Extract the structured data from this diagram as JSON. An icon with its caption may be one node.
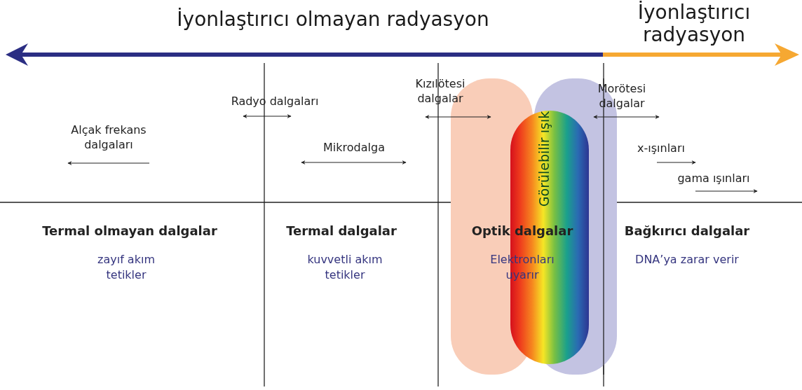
{
  "diagram": {
    "nodes": [
      {
        "text": [
          "Görülebilir ışık"
        ]
      }
    ],
    "edges": [],
    "labels": [
      "İyonlaştırıcı olmayan radyasyon",
      "İyonlaştırıcı radyasyon",
      "Alçak frekans dalgaları",
      "Radyo dalgaları",
      "Mikrodalga",
      "Kızılötesi dalgalar",
      "Morötesi dalgalar",
      "x-ışınları",
      "gama ışınları",
      "Termal olmayan dalgalar",
      "zayıf akım tetikler",
      "Termal dalgalar",
      "kuvvetli akım tetikler",
      "Optik dalgalar",
      "Elektronları uyarır",
      "Bağkırıcı dalgalar",
      "DNA’ya zarar verir"
    ]
  }
}
